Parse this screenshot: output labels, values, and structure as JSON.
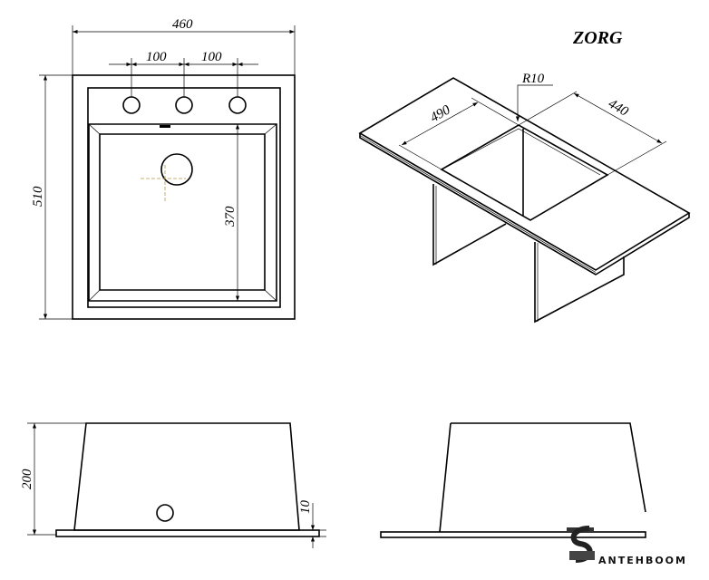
{
  "title": "ZORG",
  "top_view": {
    "width_dim": "460",
    "hole_spacing_1": "100",
    "hole_spacing_2": "100",
    "depth_dim": "510",
    "bowl_dim": "370"
  },
  "iso_view": {
    "radius": "R10",
    "length_dim": "490",
    "width_dim": "440"
  },
  "side_view": {
    "height_dim": "200",
    "flange_dim": "10"
  },
  "logo": {
    "text": "ANTEHBOOM",
    "letter": "S"
  }
}
